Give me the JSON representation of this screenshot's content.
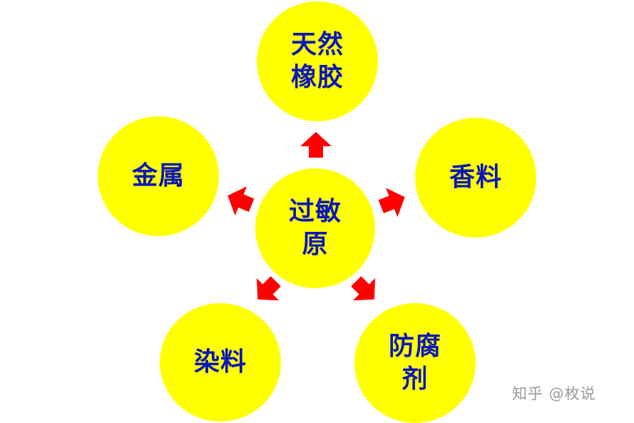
{
  "diagram": {
    "center": {
      "label": "过敏\n原"
    },
    "nodes": {
      "top": {
        "label": "天然\n橡胶"
      },
      "left": {
        "label": "金属"
      },
      "right": {
        "label": "香料"
      },
      "bottom_left": {
        "label": "染料"
      },
      "bottom_right": {
        "label": "防腐\n剂"
      }
    },
    "colors": {
      "node_fill": "#ffff00",
      "text": "#0b17b8",
      "arrow": "#ff0000"
    }
  },
  "watermark": {
    "text": "知乎 @枚说"
  }
}
